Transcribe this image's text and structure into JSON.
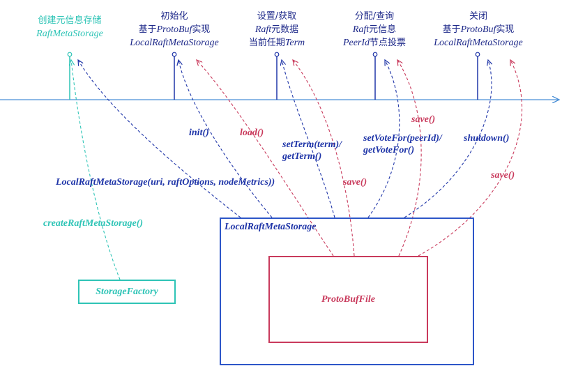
{
  "headers": [
    {
      "line1": "创建元信息存储",
      "line2": "RaftMetaStorage",
      "line3": ""
    },
    {
      "line1": "初始化",
      "line2_pre": "基于",
      "line2_it": "ProtoBuf",
      "line2_post": "实现",
      "line3": "LocalRaftMetaStorage"
    },
    {
      "line1": "设置/获取",
      "line2_it": "Raft",
      "line2_post": "元数据",
      "line3_pre": "当前任期",
      "line3_it": "Term"
    },
    {
      "line1": "分配/查询",
      "line2_it": "Raft",
      "line2_post": "元信息",
      "line3_it": "PeerId",
      "line3_post": "节点投票"
    },
    {
      "line1": "关闭",
      "line2_pre": "基于",
      "line2_it": "ProtoBuf",
      "line2_post": "实现",
      "line3": "LocalRaftMetaStorage"
    }
  ],
  "labels": {
    "init": "init()",
    "load": "load()",
    "set_get_term_1": "setTerm(term)/",
    "set_get_term_2": "getTerm()",
    "save_1": "save()",
    "set_vote_1": "setVoteFor(peerId)/",
    "set_vote_2": "getVoteFor()",
    "save_2": "save()",
    "shutdown": "shutdown()",
    "save_3": "save()",
    "constructor": "LocalRaftMetaStorage(uri, raftOptions, nodeMetrics))",
    "create": "createRaftMetaStorage()"
  },
  "boxes": {
    "local_storage": "LocalRaftMetaStorage",
    "protobuf_file": "ProtoBufFile",
    "storage_factory": "StorageFactory"
  },
  "colors": {
    "blue": "#1f35a8",
    "red": "#c93a5c",
    "cyan": "#2ec4b6",
    "axis": "#4a8fd6"
  }
}
